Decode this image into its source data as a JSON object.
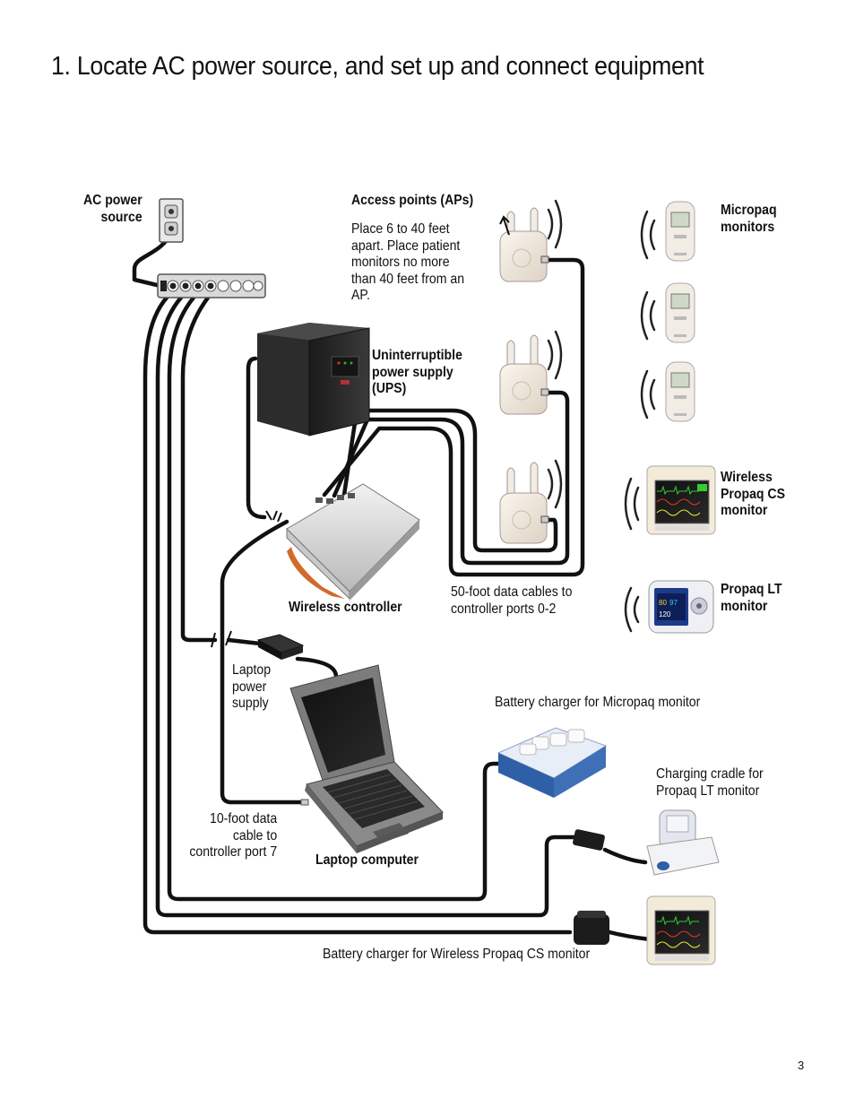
{
  "title": "1. Locate AC power source, and set up and connect equipment",
  "page_number": "3",
  "labels": {
    "ac_power": [
      "AC power",
      "source"
    ],
    "access_points_heading": "Access points (APs)",
    "access_points_text": [
      "Place 6 to 40 feet",
      "apart. Place patient",
      "monitors no more",
      "than 40 feet from an",
      "AP."
    ],
    "micropaq": [
      "Micropaq",
      "monitors"
    ],
    "ups": [
      "Uninterruptible",
      "power supply",
      "(UPS)"
    ],
    "wireless_propaq_cs": [
      "Wireless",
      "Propaq CS",
      "monitor"
    ],
    "propaq_lt": [
      "Propaq LT",
      "monitor"
    ],
    "wireless_controller": "Wireless controller",
    "data_cables": [
      "50-foot data cables to",
      "controller ports 0-2"
    ],
    "laptop_power": [
      "Laptop",
      "power",
      "supply"
    ],
    "battery_charger_micropaq": "Battery charger for Micropaq monitor",
    "charging_cradle": [
      "Charging cradle for",
      "Propaq LT monitor"
    ],
    "data_cable_10ft": [
      "10-foot data",
      "cable to",
      "controller port 7"
    ],
    "laptop_computer": "Laptop computer",
    "battery_charger_propaq_cs": "Battery charger for Wireless Propaq CS monitor"
  }
}
